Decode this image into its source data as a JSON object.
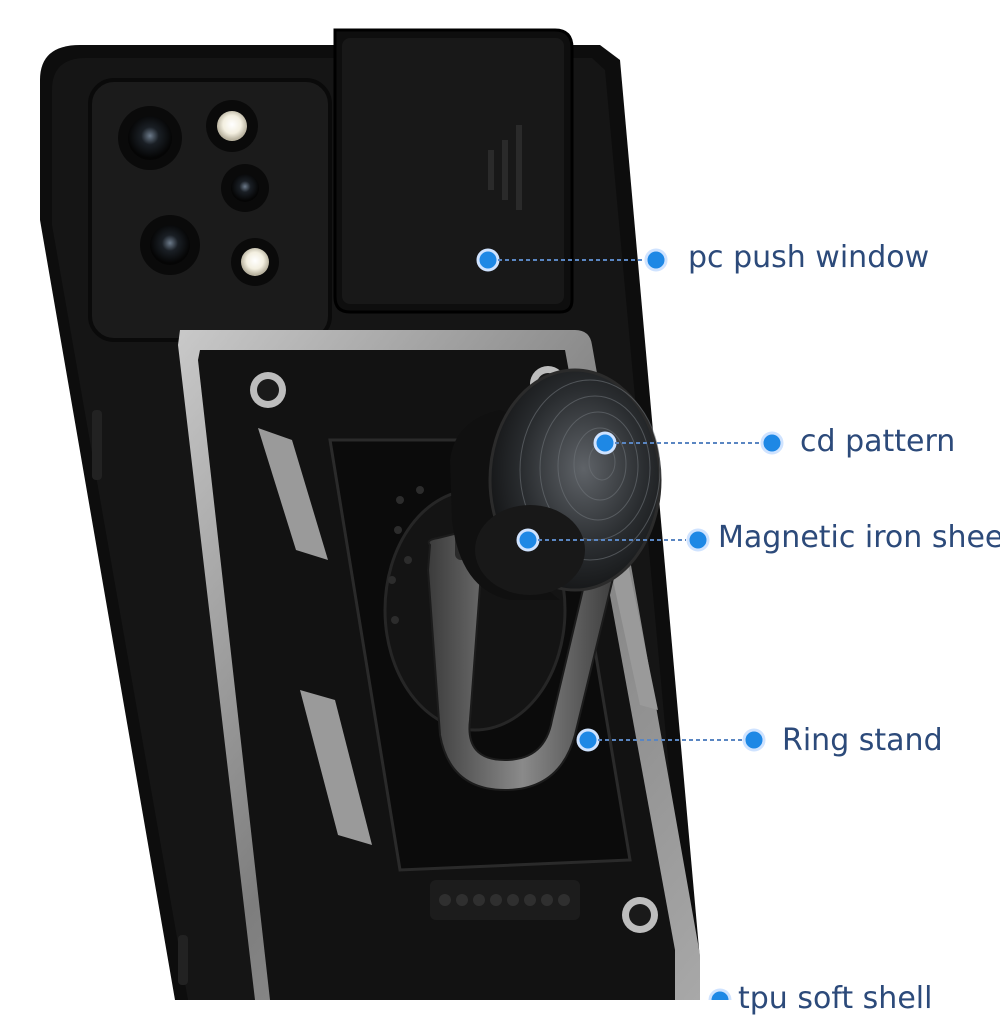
{
  "callouts": {
    "push_window": "pc push window",
    "cd_pattern": "cd pattern",
    "magnetic_sheet": "Magnetic iron sheet",
    "ring_stand": "Ring stand",
    "bottom_partial": "tpu soft shell"
  },
  "colors": {
    "accent": "#1e88e5",
    "label_text": "#2c4a7a",
    "case_black": "#111111",
    "frame_grey": "#8e8e8e"
  }
}
